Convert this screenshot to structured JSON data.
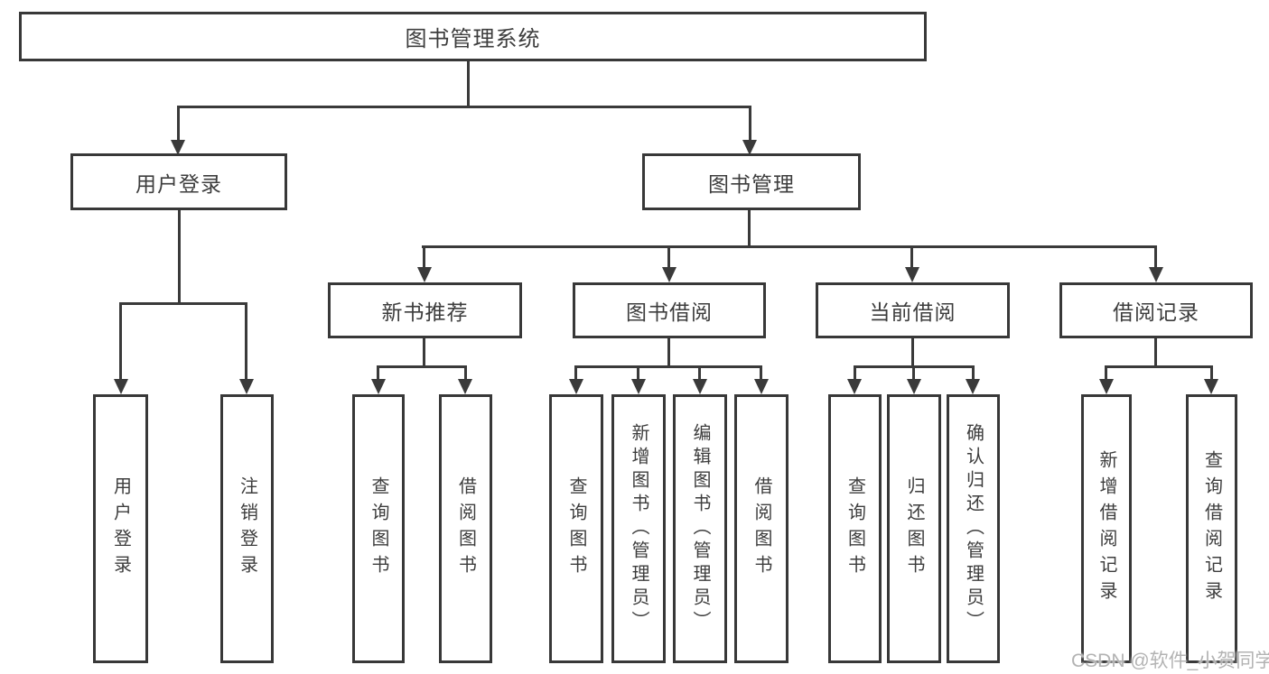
{
  "diagram": {
    "title": "图书管理系统",
    "level2": {
      "userLogin": {
        "label": "用户登录"
      },
      "bookManagement": {
        "label": "图书管理"
      }
    },
    "level3": {
      "newBookRecommend": {
        "label": "新书推荐"
      },
      "bookBorrow": {
        "label": "图书借阅"
      },
      "currentBorrow": {
        "label": "当前借阅"
      },
      "borrowRecords": {
        "label": "借阅记录"
      }
    },
    "leaves": {
      "userLogin": {
        "label": "用户登录"
      },
      "logout": {
        "label": "注销登录"
      },
      "queryBooksA": {
        "label": "查询图书"
      },
      "borrowBooksA": {
        "label": "借阅图书"
      },
      "queryBooksB": {
        "label": "查询图书"
      },
      "addBookAdmin": {
        "label": "新增图书（管理员）"
      },
      "editBookAdmin": {
        "label": "编辑图书（管理员）"
      },
      "borrowBooksB": {
        "label": "借阅图书"
      },
      "queryBooksC": {
        "label": "查询图书"
      },
      "returnBook": {
        "label": "归还图书"
      },
      "confirmReturnAdmin": {
        "label": "确认归还（管理员）"
      },
      "addBorrowRecord": {
        "label": "新增借阅记录"
      },
      "queryBorrowRecord": {
        "label": "查询借阅记录"
      }
    }
  },
  "watermark": "CSDN @软件_小贺同学",
  "colors": {
    "line": "#3a3a3a",
    "border": "#383838",
    "text": "#3d3d3d",
    "watermark": "#b3b3b3",
    "background": "#ffffff"
  }
}
